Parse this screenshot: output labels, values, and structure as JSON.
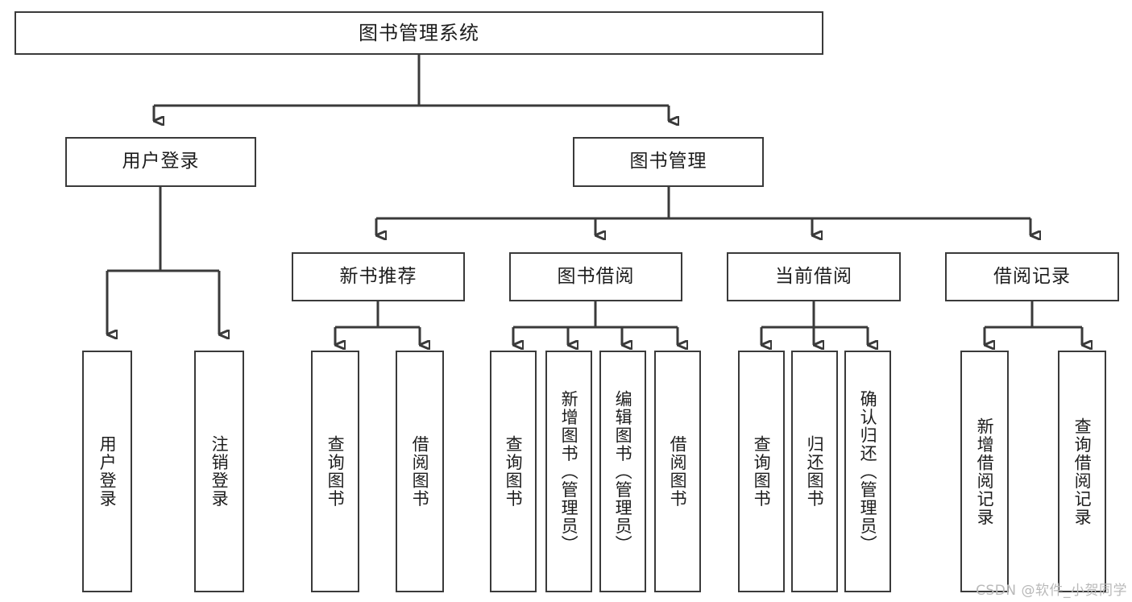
{
  "diagram": {
    "title": "图书管理系统",
    "watermark": "CSDN @软件_小贺同学",
    "line_color": "#3a3a3a",
    "text_color": "#1d1d1d",
    "background": "#ffffff",
    "nodes": {
      "root": "图书管理系统",
      "user_login": "用户登录",
      "book_manage": "图书管理",
      "new_book_rec": "新书推荐",
      "book_borrow": "图书借阅",
      "current_borrow": "当前借阅",
      "borrow_record": "借阅记录",
      "leaf_user_login": "用户登录",
      "leaf_user_logout": "注销登录",
      "leaf_rec_query": "查询图书",
      "leaf_rec_borrow": "借阅图书",
      "leaf_borrow_query": "查询图书",
      "leaf_borrow_add": "新增图书（管理员）",
      "leaf_borrow_edit": "编辑图书（管理员）",
      "leaf_borrow_lend": "借阅图书",
      "leaf_cur_query": "查询图书",
      "leaf_cur_return": "归还图书",
      "leaf_cur_confirm": "确认归还（管理员）",
      "leaf_rec_add": "新增借阅记录",
      "leaf_rec_search": "查询借阅记录"
    }
  }
}
